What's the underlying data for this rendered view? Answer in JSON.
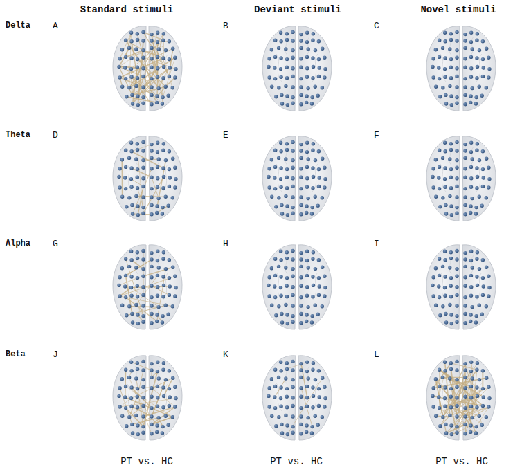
{
  "diagram": {
    "labels": [
      "Standard stimuli",
      "Deviant stimuli",
      "Novel stimuli",
      "Delta",
      "A",
      "B",
      "C",
      "Theta",
      "D",
      "E",
      "F",
      "Alpha",
      "G",
      "H",
      "I",
      "Beta",
      "J",
      "K",
      "L",
      "PT vs. HC",
      "PT vs. HC",
      "PT vs. HC"
    ]
  }
}
